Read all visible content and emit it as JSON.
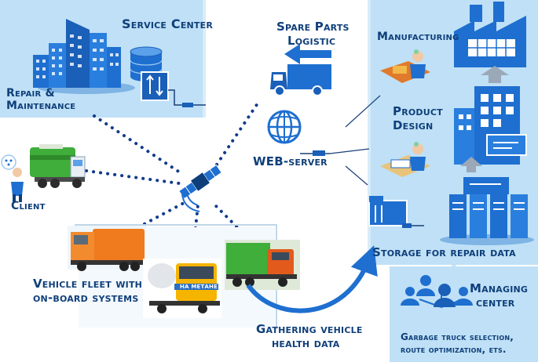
{
  "labels": {
    "service_center": "Service Center",
    "repair_maintenance_1": "Repair &",
    "repair_maintenance_2": "Maintenance",
    "client": "Client",
    "spare_parts_1": "Spare Parts",
    "spare_parts_2": "Logistic",
    "web_server": "WEB-server",
    "manufacturing": "Manufacturing",
    "product_design_1": "Product",
    "product_design_2": "Design",
    "storage": "Storage for repair data",
    "vehicle_fleet_1": "Vehicle fleet with",
    "vehicle_fleet_2": "on-board systems",
    "gathering_1": "Gathering vehicle",
    "gathering_2": "health data",
    "managing_center_1": "Managing",
    "managing_center_2": "center",
    "managing_desc_1": "Garbage truck selection,",
    "managing_desc_2": "route optimization, ets.",
    "truck_sign": "НА МЕТАНЕ"
  },
  "colors": {
    "panel": "#bfe0f6",
    "panel_dark": "#a9d3f0",
    "accent_blue": "#1e6fd0",
    "text_navy": "#0f3f7a",
    "dot": "#123a8c",
    "truck_orange": "#f07a1e",
    "truck_green": "#3fae3a",
    "truck_yellow": "#f5b400"
  },
  "icons": [
    "city-icon",
    "database-icon",
    "cable-icon",
    "satellite-icon",
    "globe-icon",
    "delivery-truck-icon",
    "factory-icon",
    "worker-icon",
    "server-rack-icon",
    "folder-icon",
    "people-network-icon",
    "client-person-icon",
    "arrow-icon"
  ]
}
